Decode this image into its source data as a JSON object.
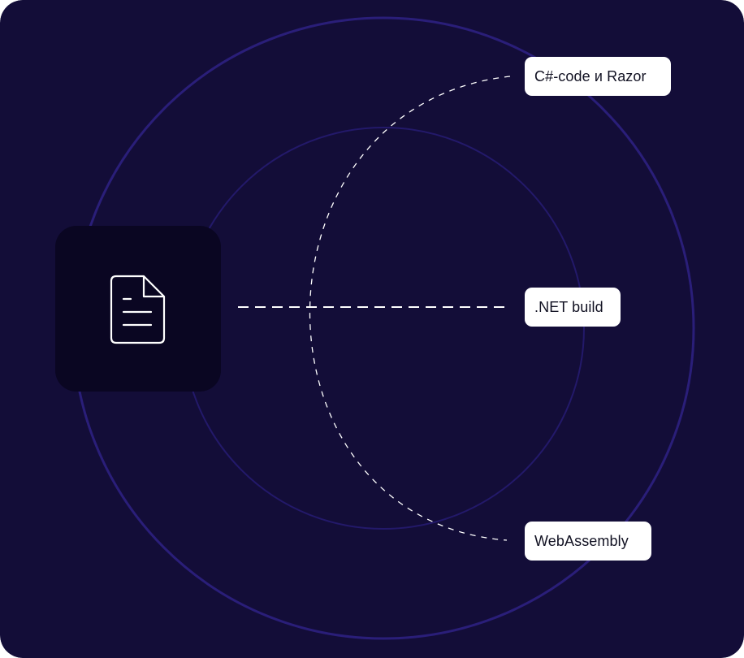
{
  "diagram": {
    "document_icon": "document-icon",
    "colors": {
      "background": "#130d38",
      "tile": "#0a0622",
      "outer_ring": "#2a1e79",
      "inner_ring": "#23196a",
      "connector": "#ffffff",
      "label_bg": "#ffffff",
      "label_text": "#111122"
    },
    "labels": {
      "top": "C#-code  и Razor",
      "middle": ".NET build",
      "bottom": "WebAssembly"
    }
  }
}
